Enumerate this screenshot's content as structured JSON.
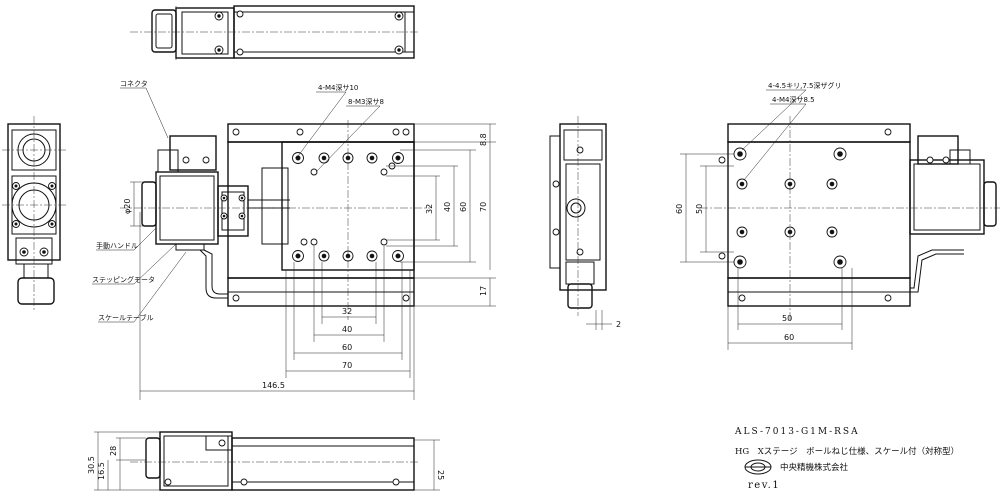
{
  "title_block": {
    "model": "ALS-7013-G1M-RSA",
    "description": "HG　Xステージ　ボールねじ仕様、スケール付（対称型）",
    "company": "中央精機株式会社",
    "revision": "rev.1"
  },
  "callouts": {
    "connector": "コネクタ",
    "handle": "手動ハンドル",
    "motor": "ステッピングモータ",
    "scale_table": "スケールテーブル",
    "m4_10": "4-M4深サ10",
    "m3_8": "8-M3深サ8",
    "cbore": "4-4.5キリ,7.5深ザグリ",
    "m4_85": "4-M4深サ8.5"
  },
  "dims": {
    "d146": "146.5",
    "d70": "70",
    "d60": "60",
    "d40": "40",
    "d32": "32",
    "d8_8": "8.8",
    "d17": "17",
    "d2": "2",
    "d50": "50",
    "phi20": "φ20",
    "d30_5": "30.5",
    "d28": "28",
    "d16_5": "16.5",
    "d25": "25"
  }
}
